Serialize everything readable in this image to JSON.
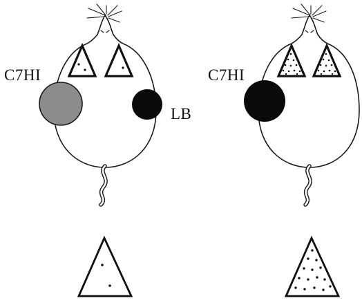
{
  "labels": {
    "left_site": "C7HI",
    "right_site_left_rat": "LB",
    "left_site_right_rat": "C7HI"
  },
  "colors": {
    "gray_fill": "#8c8c8c",
    "black_fill": "#0a0a0a",
    "outline": "#1a1a1a"
  }
}
